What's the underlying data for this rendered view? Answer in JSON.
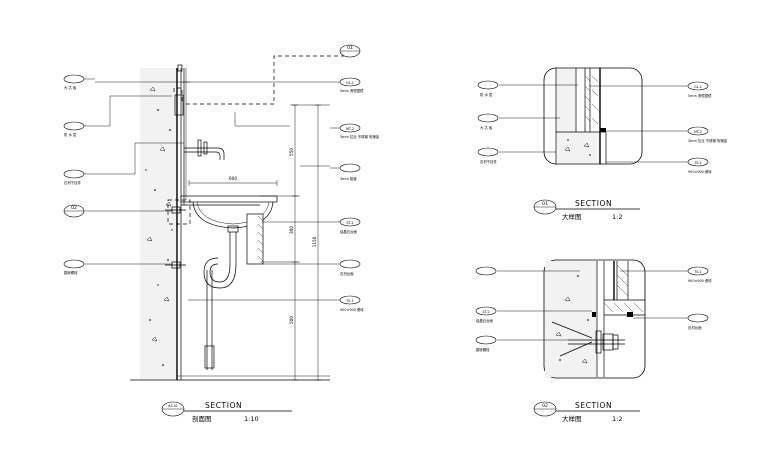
{
  "main_section": {
    "left_tags": [
      {
        "text": "",
        "label": "大 芯 板"
      },
      {
        "text": "",
        "label": "防 水 层"
      },
      {
        "text": "",
        "label": "石材干挂件"
      },
      {
        "text": "02",
        "label": ""
      },
      {
        "text": "",
        "label": "膨胀螺栓"
      }
    ],
    "right_tags": [
      {
        "text": "GL-1",
        "label": "5mm 清镜银镜"
      },
      {
        "text": "MT-2",
        "label": "3mm 拉丝 不锈钢 玫瑰金"
      },
      {
        "text": "",
        "label": "3mm 胶缝"
      },
      {
        "text": "ST-2",
        "label": "结晶石台面"
      },
      {
        "text": "",
        "label": "石材台面"
      },
      {
        "text": "TS-1",
        "label": "900×900 瓷砖"
      }
    ],
    "top_callout": "01",
    "dims": [
      "600",
      "550",
      "300",
      "1150",
      "500"
    ],
    "title": "SECTION",
    "caption": "剖面图",
    "scale": "1:10",
    "ref": "A3.01"
  },
  "detail_01": {
    "left_labels": [
      "防 水 层",
      "大 芯 板",
      "石材干挂件"
    ],
    "right_tags": [
      {
        "text": "GL-1",
        "label": "5mm 清镜银镜"
      },
      {
        "text": "MT-2",
        "label": "3mm 拉丝 不锈钢 玫瑰金"
      },
      {
        "text": "TS-1",
        "label": "900×900 瓷砖"
      }
    ],
    "id": "01",
    "title": "SECTION",
    "caption": "大样图",
    "scale": "1:2"
  },
  "detail_02": {
    "left_tags": [
      {
        "text": "",
        "label": ""
      },
      {
        "text": "ST-2",
        "label": "结晶石台面"
      },
      {
        "text": "",
        "label": "膨胀螺栓"
      }
    ],
    "right_tags": [
      {
        "text": "TS-1",
        "label": "900×900 瓷砖"
      },
      {
        "text": "",
        "label": "石材台面"
      }
    ],
    "id": "02",
    "title": "SECTION",
    "caption": "大样图",
    "scale": "1:2"
  }
}
